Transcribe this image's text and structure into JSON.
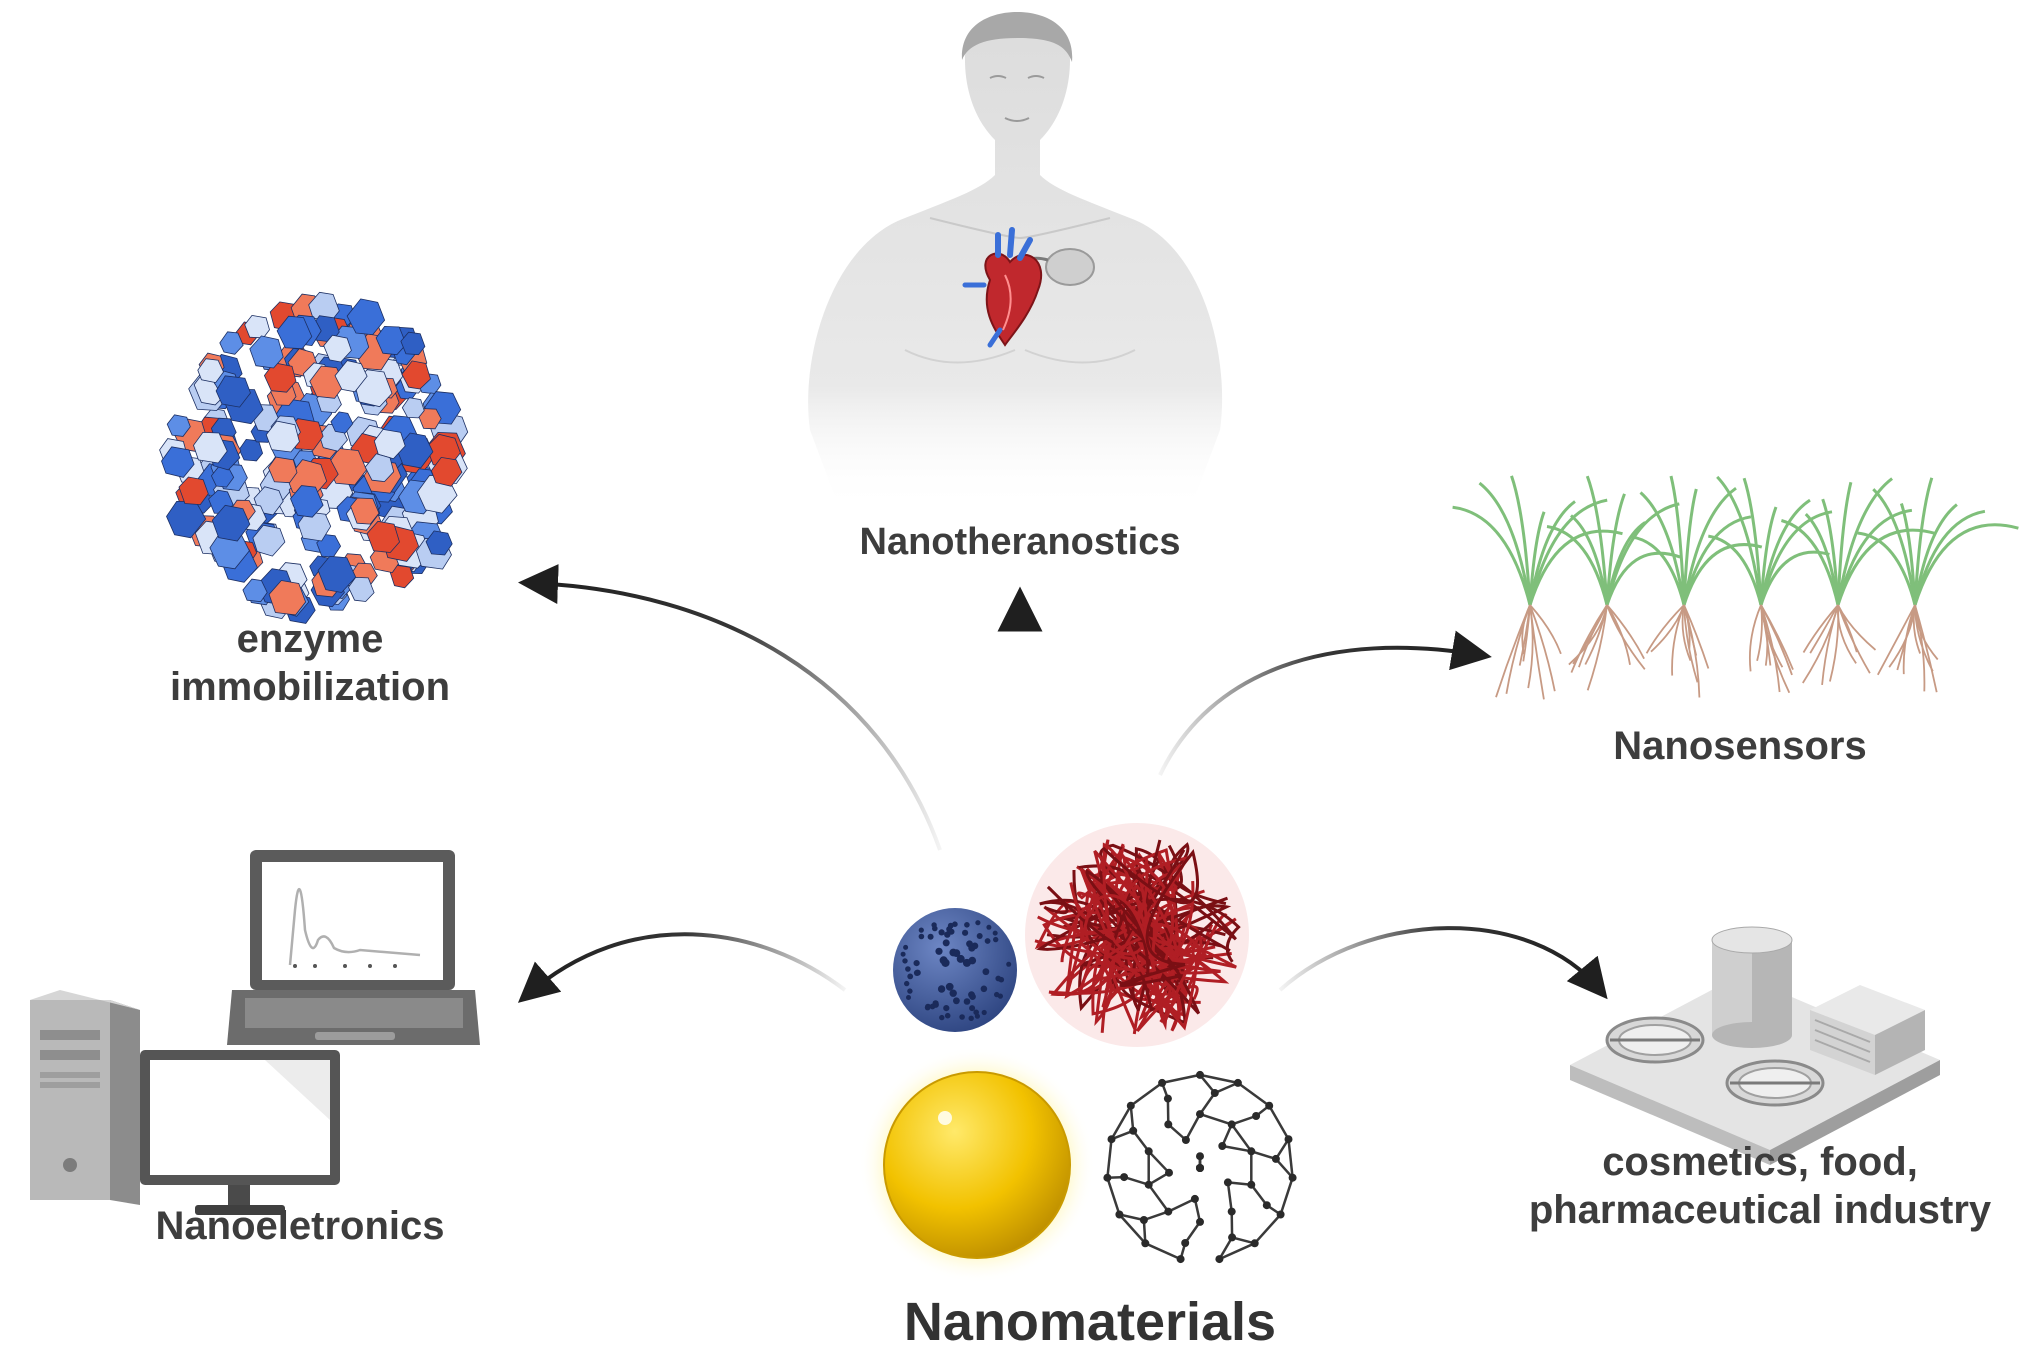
{
  "diagram": {
    "center": {
      "label": "Nanomaterials"
    },
    "applications": [
      {
        "id": "enzyme",
        "label_lines": [
          "enzyme",
          "immobilization"
        ],
        "icon": "enzyme-molecule-icon"
      },
      {
        "id": "nanotheranostics",
        "label": "Nanotheranostics",
        "icon": "human-torso-heart-icon"
      },
      {
        "id": "nanosensors",
        "label": "Nanosensors",
        "icon": "plants-roots-icon"
      },
      {
        "id": "nanoelectronics",
        "label": "Nanoeletronics",
        "icon": "computers-icon"
      },
      {
        "id": "industry",
        "label_lines": [
          "cosmetics, food,",
          "pharmaceutical industry"
        ],
        "icon": "industrial-plant-icon"
      }
    ],
    "colors": {
      "text": "#3d3d3d",
      "arrow": "#1f1f1f",
      "enzyme_blue": "#3a6fd8",
      "enzyme_orange": "#f07a5a",
      "gold": "#f2c200",
      "red_wire": "#b01e24",
      "silhouette": "#e6e6e6",
      "grass": "#7fbf7a",
      "root": "#c79a84"
    }
  }
}
